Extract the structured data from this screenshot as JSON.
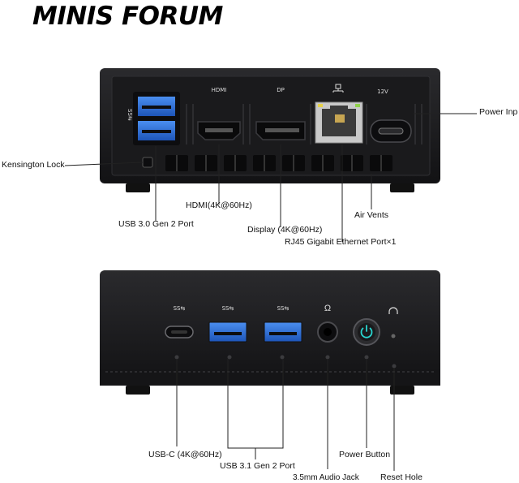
{
  "brand": {
    "logo_text": "MINIS FORUM"
  },
  "rear_panel": {
    "port_markings": {
      "hdmi": "HDMI",
      "dp": "DP",
      "power": "12V"
    },
    "callouts": {
      "power_input": "Power Inp",
      "kensington_lock": "Kensington Lock",
      "hdmi": "HDMI(4K@60Hz)",
      "usb30": "USB 3.0 Gen 2 Port",
      "air_vents": "Air Vents",
      "display": "Display (4K@60Hz)",
      "rj45": "RJ45 Gigabit Ethernet Port×1"
    }
  },
  "front_panel": {
    "callouts": {
      "usbc": "USB-C (4K@60Hz)",
      "usb31": "USB 3.1 Gen 2 Port",
      "audio": "3.5mm Audio Jack",
      "power_button": "Power Button",
      "reset": "Reset Hole"
    }
  },
  "colors": {
    "chassis": "#1c1c1e",
    "usb_blue": "#2f6fd6",
    "power_led": "#2ad6d0"
  }
}
